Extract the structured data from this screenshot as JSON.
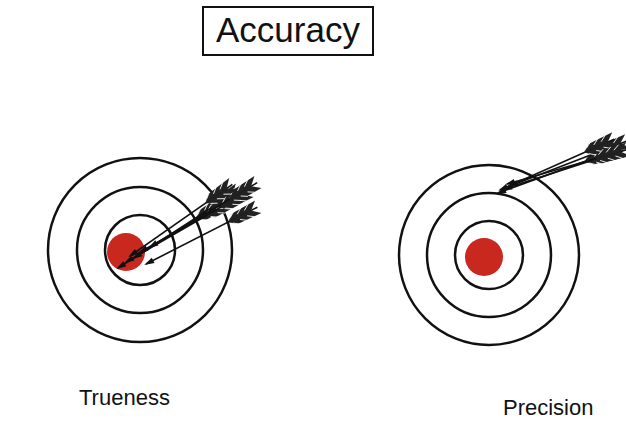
{
  "diagram": {
    "title": "Accuracy",
    "labels": [
      "Trueness",
      "Precision"
    ]
  }
}
